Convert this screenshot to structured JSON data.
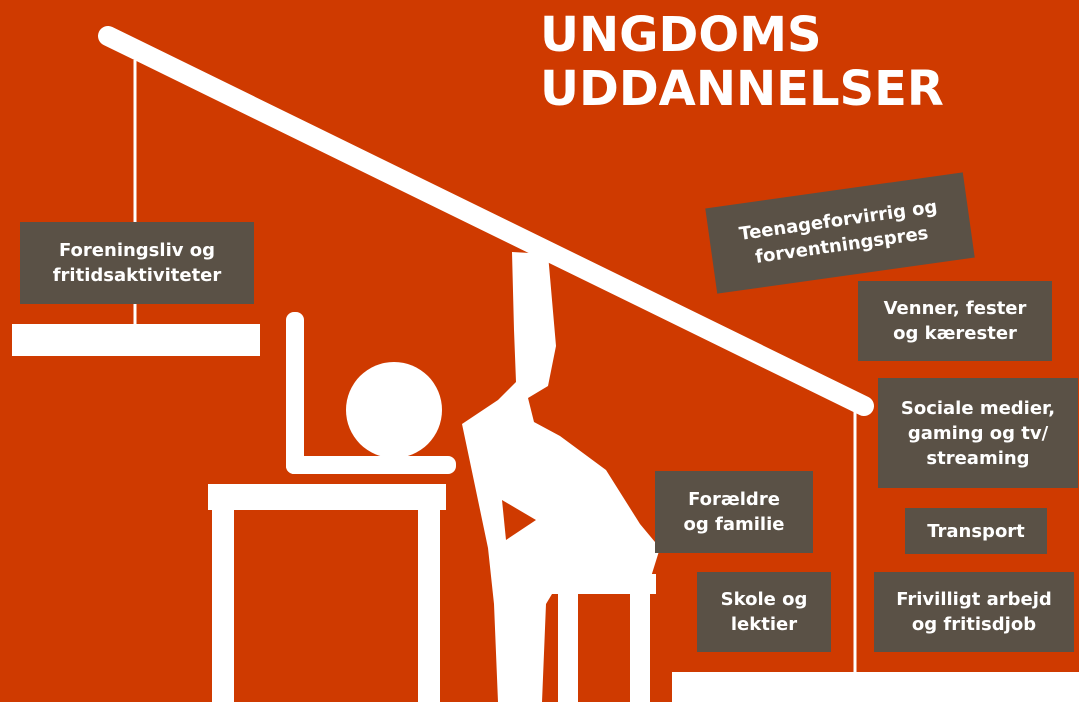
{
  "title": {
    "line1": "UNGDOMS",
    "line2": "UDDANNELSER"
  },
  "labels": {
    "foreningsliv": "Foreningsliv og\nfritidsaktiviteter",
    "teenage": "Teenageforvirrig og\nforventningspres",
    "venner": "Venner, fester\nog kærester",
    "sociale": "Sociale medier,\ngaming og tv/\nstreaming",
    "foraeldre": "Forældre\nog familie",
    "transport": "Transport",
    "skole": "Skole og\nlektier",
    "frivilligt": "Frivilligt arbejd\nog fritisdjob"
  },
  "colors": {
    "background": "#cf3a00",
    "label_box": "#5a5146",
    "figure": "#ffffff"
  }
}
